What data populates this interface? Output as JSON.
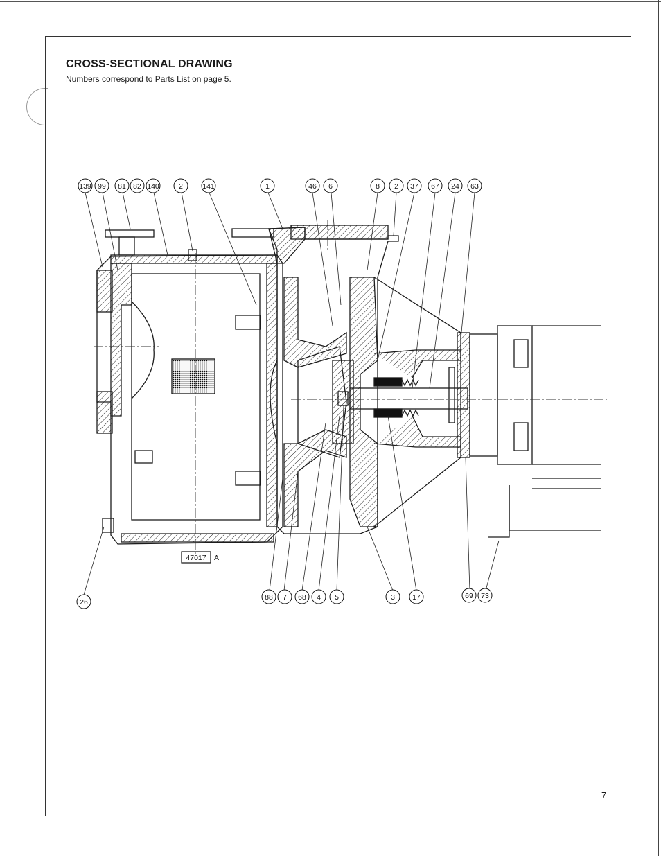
{
  "header": {
    "title": "CROSS-SECTIONAL DRAWING",
    "subtitle": "Numbers correspond to Parts List on page 5."
  },
  "callouts_top": [
    "139",
    "99",
    "81",
    "82",
    "140",
    "2",
    "141",
    "1",
    "46",
    "6",
    "8",
    "2",
    "37",
    "67",
    "24",
    "63"
  ],
  "callouts_bottom": [
    "26",
    "88",
    "7",
    "68",
    "4",
    "5",
    "3",
    "17",
    "69",
    "73"
  ],
  "drawing_ref": {
    "number": "47017",
    "suffix": "A"
  },
  "page_number": "7"
}
